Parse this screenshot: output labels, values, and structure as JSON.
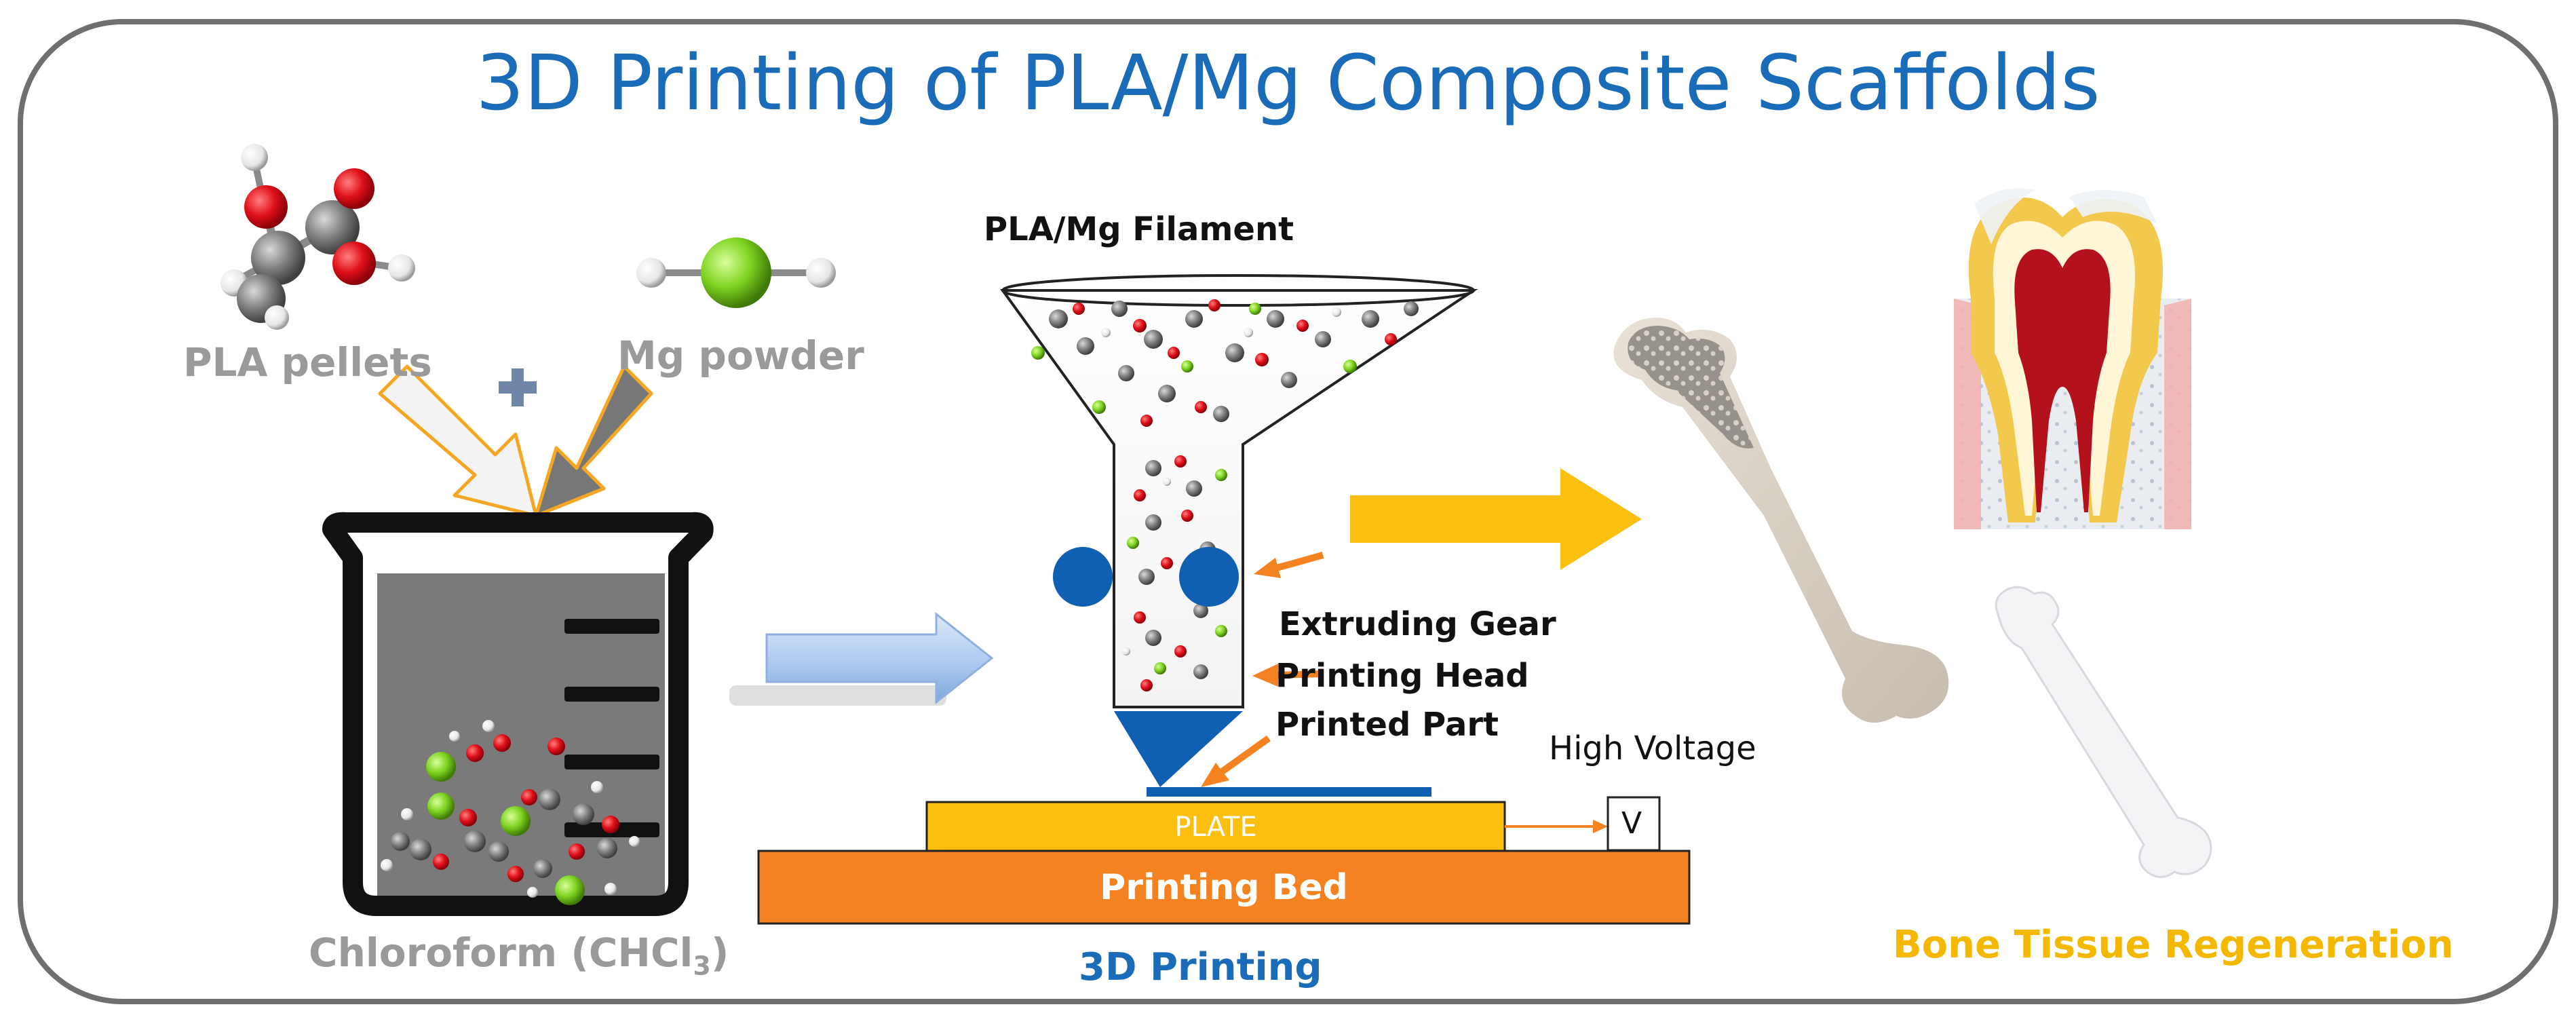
{
  "title": "3D Printing of PLA/Mg Composite Scaffolds",
  "materials": {
    "pla_label": "PLA pellets",
    "mg_label": "Mg powder",
    "plus_icon": "plus-icon"
  },
  "beaker": {
    "solvent_label": "Chloroform (CHCl",
    "solvent_subscript": "3",
    "solvent_close": ")"
  },
  "printer": {
    "filament_label": "PLA/Mg Filament",
    "extruding_gear_label": "Extruding Gear",
    "printing_head_label": "Printing Head",
    "printed_part_label": "Printed Part",
    "high_voltage_label": "High Voltage",
    "voltage_symbol": "V",
    "plate_label": "PLATE",
    "bed_label": "Printing Bed",
    "section_label": "3D Printing"
  },
  "application": {
    "label": "Bone Tissue Regeneration",
    "icons": [
      "femur-bone-icon",
      "tooth-cross-section-icon",
      "small-bone-icon"
    ]
  },
  "colors": {
    "title_blue": "#1a6bb8",
    "arrow_orange": "#f5a623",
    "arrow_yellow": "#fbbf0f",
    "arrow_blue": "#a9c7ee",
    "plate_yellow": "#fbbf0f",
    "bed_orange": "#f58220",
    "oxygen_red": "#e0101a",
    "mg_green": "#7fd321",
    "carbon_gray": "#7f7f7f"
  }
}
